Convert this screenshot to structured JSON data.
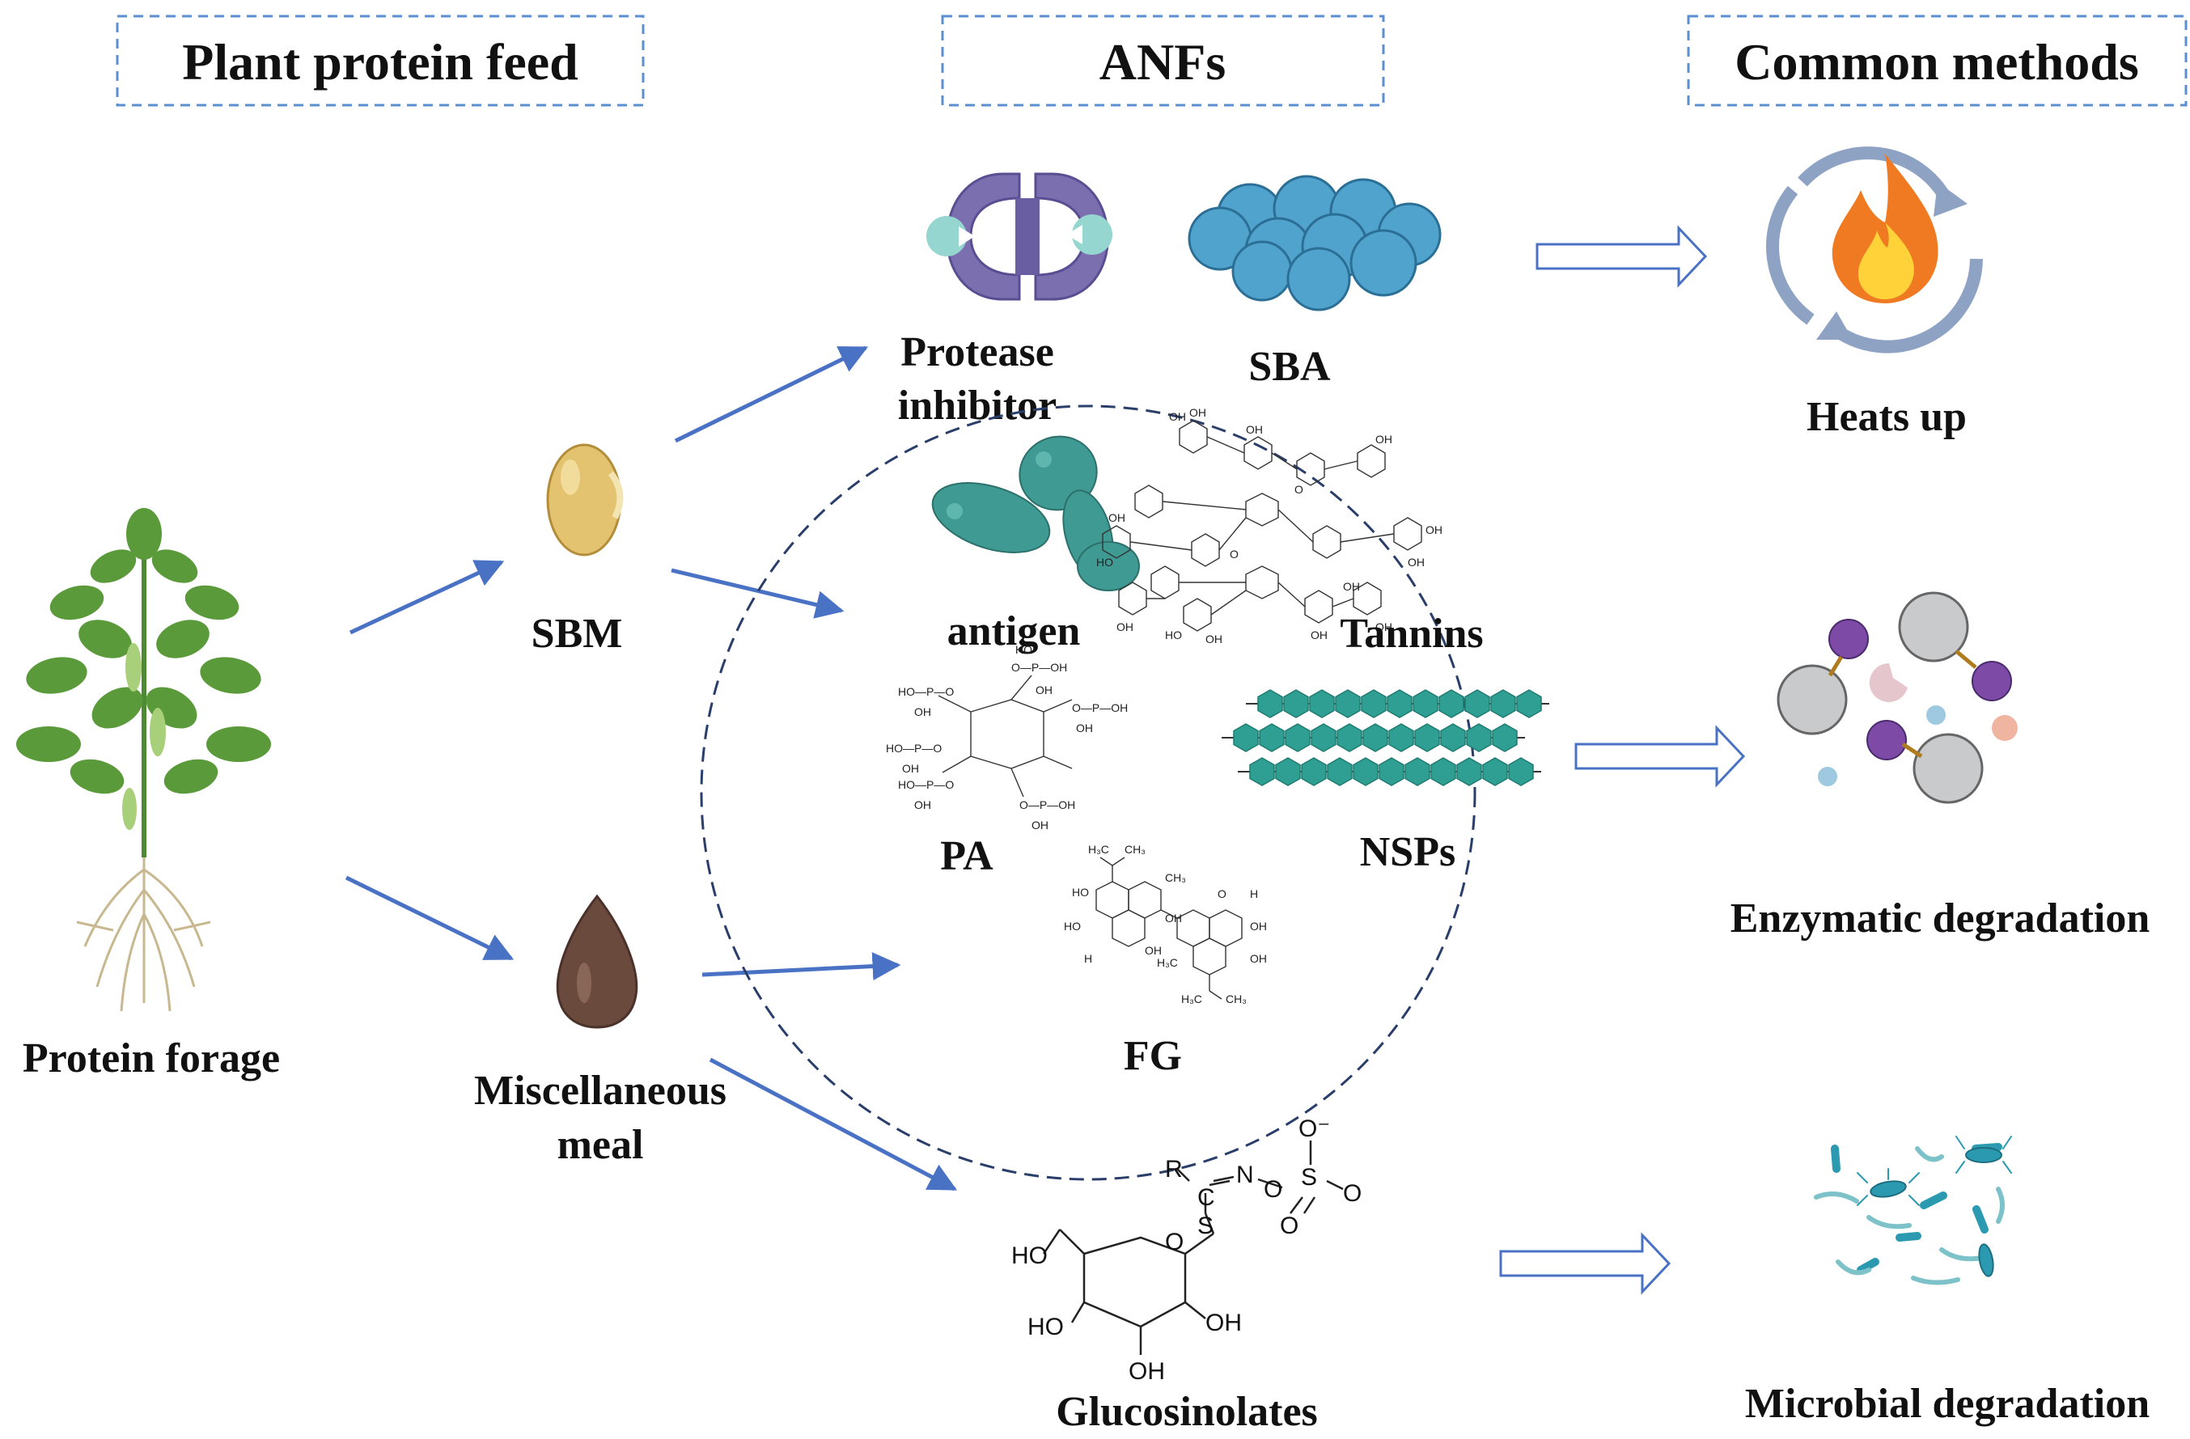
{
  "headers": {
    "plant_protein_feed": "Plant protein feed",
    "anfs": "ANFs",
    "common_methods": "Common methods"
  },
  "sources": {
    "protein_forage": "Protein forage",
    "sbm": "SBM",
    "miscellaneous_meal_line1": "Miscellaneous",
    "miscellaneous_meal_line2": "meal"
  },
  "anfs": {
    "protease_inhibitor_line1": "Protease",
    "protease_inhibitor_line2": "inhibitor",
    "sba": "SBA",
    "antigen": "antigen",
    "tannins": "Tannins",
    "pa": "PA",
    "nsps": "NSPs",
    "fg": "FG",
    "glucosinolates": "Glucosinolates"
  },
  "methods": {
    "heats_up": "Heats up",
    "enzymatic_degradation": "Enzymatic degradation",
    "microbial_degradation": "Microbial degradation"
  },
  "chem": {
    "ho": "HO",
    "oh": "OH",
    "r": "R",
    "c": "C",
    "n": "N",
    "o": "O",
    "s": "S",
    "o_minus": "O⁻",
    "p": "P",
    "h3c": "H₃C",
    "ch3": "CH₃",
    "h": "H"
  },
  "colors": {
    "arrow_blue": "#4a72c4",
    "box_dash": "#5b8fd0",
    "leaf_green": "#5a9a3a",
    "root_tan": "#c8b890",
    "bean_yellow": "#e3c36f",
    "seed_brown": "#6b4a3e",
    "protein_purple": "#7b6fb0",
    "protein_teal": "#95d6d0",
    "sba_blue": "#4fa3cc",
    "antigen_teal": "#3f9a93",
    "nsp_teal": "#2e9f92",
    "flame_orange": "#f07a22",
    "cycle_gray": "#8ea2c4",
    "enzyme_gray": "#c8cacc",
    "enzyme_purple": "#7d4aa5",
    "microbe_teal": "#2b9ab0"
  },
  "icons": {
    "plant": "plant-icon",
    "soybean": "soybean-icon",
    "seed": "seed-icon",
    "protease_inhibitor": "protease-inhibitor-icon",
    "sba": "sba-icon",
    "antigen": "antigen-icon",
    "heat": "flame-cycle-icon",
    "enzyme": "enzyme-icon",
    "microbes": "microbes-icon"
  }
}
